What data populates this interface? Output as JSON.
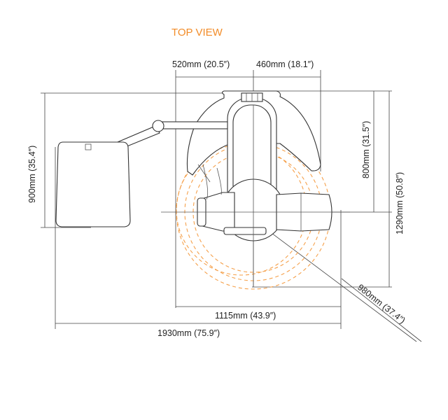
{
  "diagram": {
    "title": "TOP VIEW",
    "dimensions": {
      "left_width": "520mm (20.5″)",
      "right_width": "460mm (18.1″)",
      "depth_800": "800mm (31.5″)",
      "depth_1290": "1290mm (50.8″)",
      "depth_900": "900mm (35.4″)",
      "width_1115": "1115mm (43.9″)",
      "width_1930": "1930mm (75.9″)",
      "reach_980": "980mm (37.4″)"
    },
    "colors": {
      "accent": "#f28c28",
      "reach_circles": "#f5a04a",
      "lines": "#333333"
    }
  }
}
